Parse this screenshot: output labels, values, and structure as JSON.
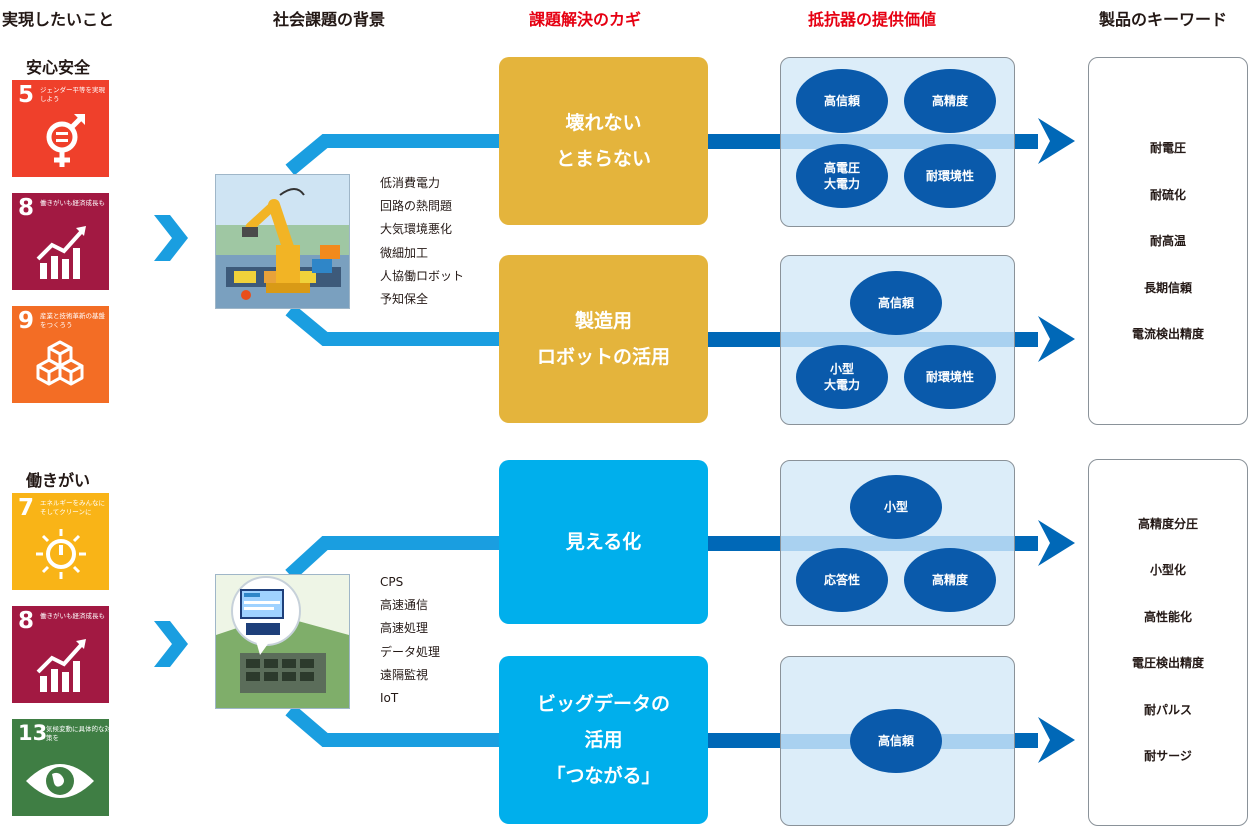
{
  "headers": {
    "goal": "実現したいこと",
    "background": "社会課題の背景",
    "key": "課題解決のカギ",
    "value": "抵抗器の提供価値",
    "keywords": "製品のキーワード"
  },
  "colors": {
    "key_header": "#e60012",
    "gold": "#e4b43c",
    "cyan": "#00afec",
    "oval": "#0a5aab",
    "value_box": "#dcedf9",
    "arrow": "#0068b7",
    "connector": "#1a9ee0"
  },
  "groups": [
    {
      "label": "安心安全",
      "sdgs": [
        {
          "number": "5",
          "text": "ジェンダー平等を実現しよう",
          "color": "#ef402b",
          "icon": "gender-equality-icon"
        },
        {
          "number": "8",
          "text": "働きがいも経済成長も",
          "color": "#a21942",
          "icon": "growth-chart-icon"
        },
        {
          "number": "9",
          "text": "産業と技術革新の基盤をつくろう",
          "color": "#f36d25",
          "icon": "cubes-icon"
        }
      ],
      "background_items": [
        "低消費電力",
        "回路の熱問題",
        "大気環境悪化",
        "微細加工",
        "人協働ロボット",
        "予知保全"
      ],
      "keys": [
        {
          "lines": [
            "壊れない",
            "とまらない"
          ],
          "values": [
            [
              "高信頼"
            ],
            [
              "高精度"
            ],
            [
              "高電圧",
              "大電力"
            ],
            [
              "耐環境性"
            ]
          ]
        },
        {
          "lines": [
            "製造用",
            "ロボットの活用"
          ],
          "values": [
            [
              "高信頼"
            ],
            [
              "小型",
              "大電力"
            ],
            [
              "耐環境性"
            ]
          ]
        }
      ],
      "keywords": [
        "耐電圧",
        "耐硫化",
        "耐高温",
        "長期信頼",
        "電流検出精度"
      ]
    },
    {
      "label": "働きがい",
      "sdgs": [
        {
          "number": "7",
          "text": "エネルギーをみんなにそしてクリーンに",
          "color": "#f9b417",
          "icon": "sun-power-icon"
        },
        {
          "number": "8",
          "text": "働きがいも経済成長も",
          "color": "#a21942",
          "icon": "growth-chart-icon"
        },
        {
          "number": "13",
          "text": "気候変動に具体的な対策を",
          "color": "#3f7e44",
          "icon": "earth-eye-icon"
        }
      ],
      "background_items": [
        "CPS",
        "高速通信",
        "高速処理",
        "データ処理",
        "遠隔監視",
        "IoT"
      ],
      "keys": [
        {
          "lines": [
            "見える化"
          ],
          "values": [
            [
              "小型"
            ],
            [
              "応答性"
            ],
            [
              "高精度"
            ]
          ]
        },
        {
          "lines": [
            "ビッグデータの",
            "活用",
            "「つながる」"
          ],
          "values": [
            [
              "高信頼"
            ]
          ]
        }
      ],
      "keywords": [
        "高精度分圧",
        "小型化",
        "高性能化",
        "電圧検出精度",
        "耐パルス",
        "耐サージ"
      ]
    }
  ]
}
